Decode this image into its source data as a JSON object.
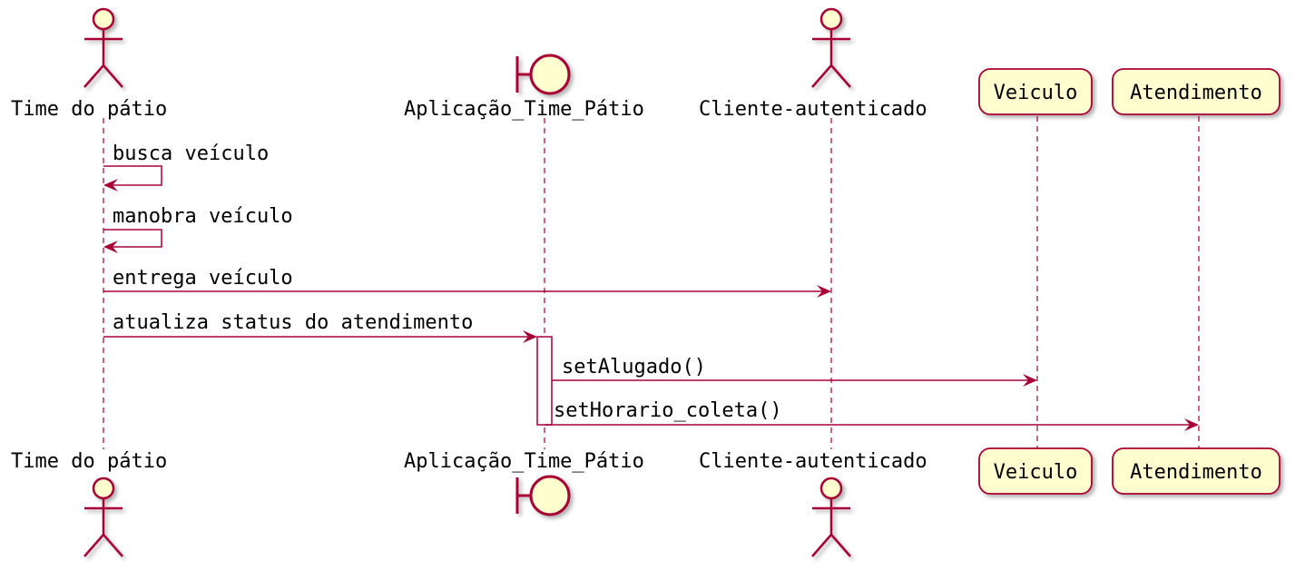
{
  "colors": {
    "line": "#A80036",
    "fill": "#FEFECE"
  },
  "participants": [
    {
      "id": "time",
      "label": "Time do pátio",
      "kind": "actor"
    },
    {
      "id": "app",
      "label": "Aplicação_Time_Pátio",
      "kind": "boundary"
    },
    {
      "id": "cliente",
      "label": "Cliente-autenticado",
      "kind": "actor"
    },
    {
      "id": "veiculo",
      "label": "Veiculo",
      "kind": "participant"
    },
    {
      "id": "atendimento",
      "label": "Atendimento",
      "kind": "participant"
    }
  ],
  "messages": [
    {
      "from": "time",
      "to": "time",
      "label": "busca veículo"
    },
    {
      "from": "time",
      "to": "time",
      "label": "manobra veículo"
    },
    {
      "from": "time",
      "to": "cliente",
      "label": "entrega veículo"
    },
    {
      "from": "time",
      "to": "app",
      "label": "atualiza status do atendimento"
    },
    {
      "from": "app",
      "to": "veiculo",
      "label": "setAlugado()"
    },
    {
      "from": "app",
      "to": "atendimento",
      "label": "setHorario_coleta()"
    }
  ]
}
